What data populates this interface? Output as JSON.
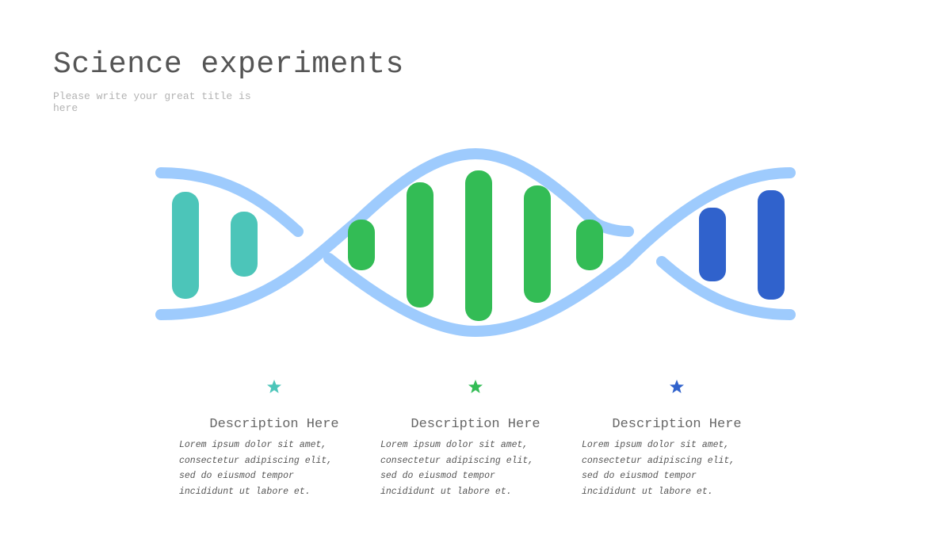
{
  "slide": {
    "title": "Science experiments",
    "subtitle": "Please write your great title is here"
  },
  "colors": {
    "strand": "#9ecbfd",
    "teal": "#4cc5b9",
    "green": "#33bc55",
    "blue": "#3062cc",
    "title_text": "#555555",
    "subtitle_text": "#b3b3b3"
  },
  "columns": [
    {
      "icon": "star-icon",
      "color": "#4cc5b9",
      "heading": "Description Here",
      "text": "Lorem ipsum dolor sit amet, consectetur adipiscing elit, sed do eiusmod tempor incididunt ut labore et."
    },
    {
      "icon": "star-icon",
      "color": "#33bc55",
      "heading": "Description Here",
      "text": "Lorem ipsum dolor sit amet, consectetur adipiscing elit, sed do eiusmod tempor incididunt ut labore et."
    },
    {
      "icon": "star-icon",
      "color": "#3062cc",
      "heading": "Description Here",
      "text": "Lorem ipsum dolor sit amet, consectetur adipiscing elit, sed do eiusmod tempor incididunt ut labore et."
    }
  ]
}
